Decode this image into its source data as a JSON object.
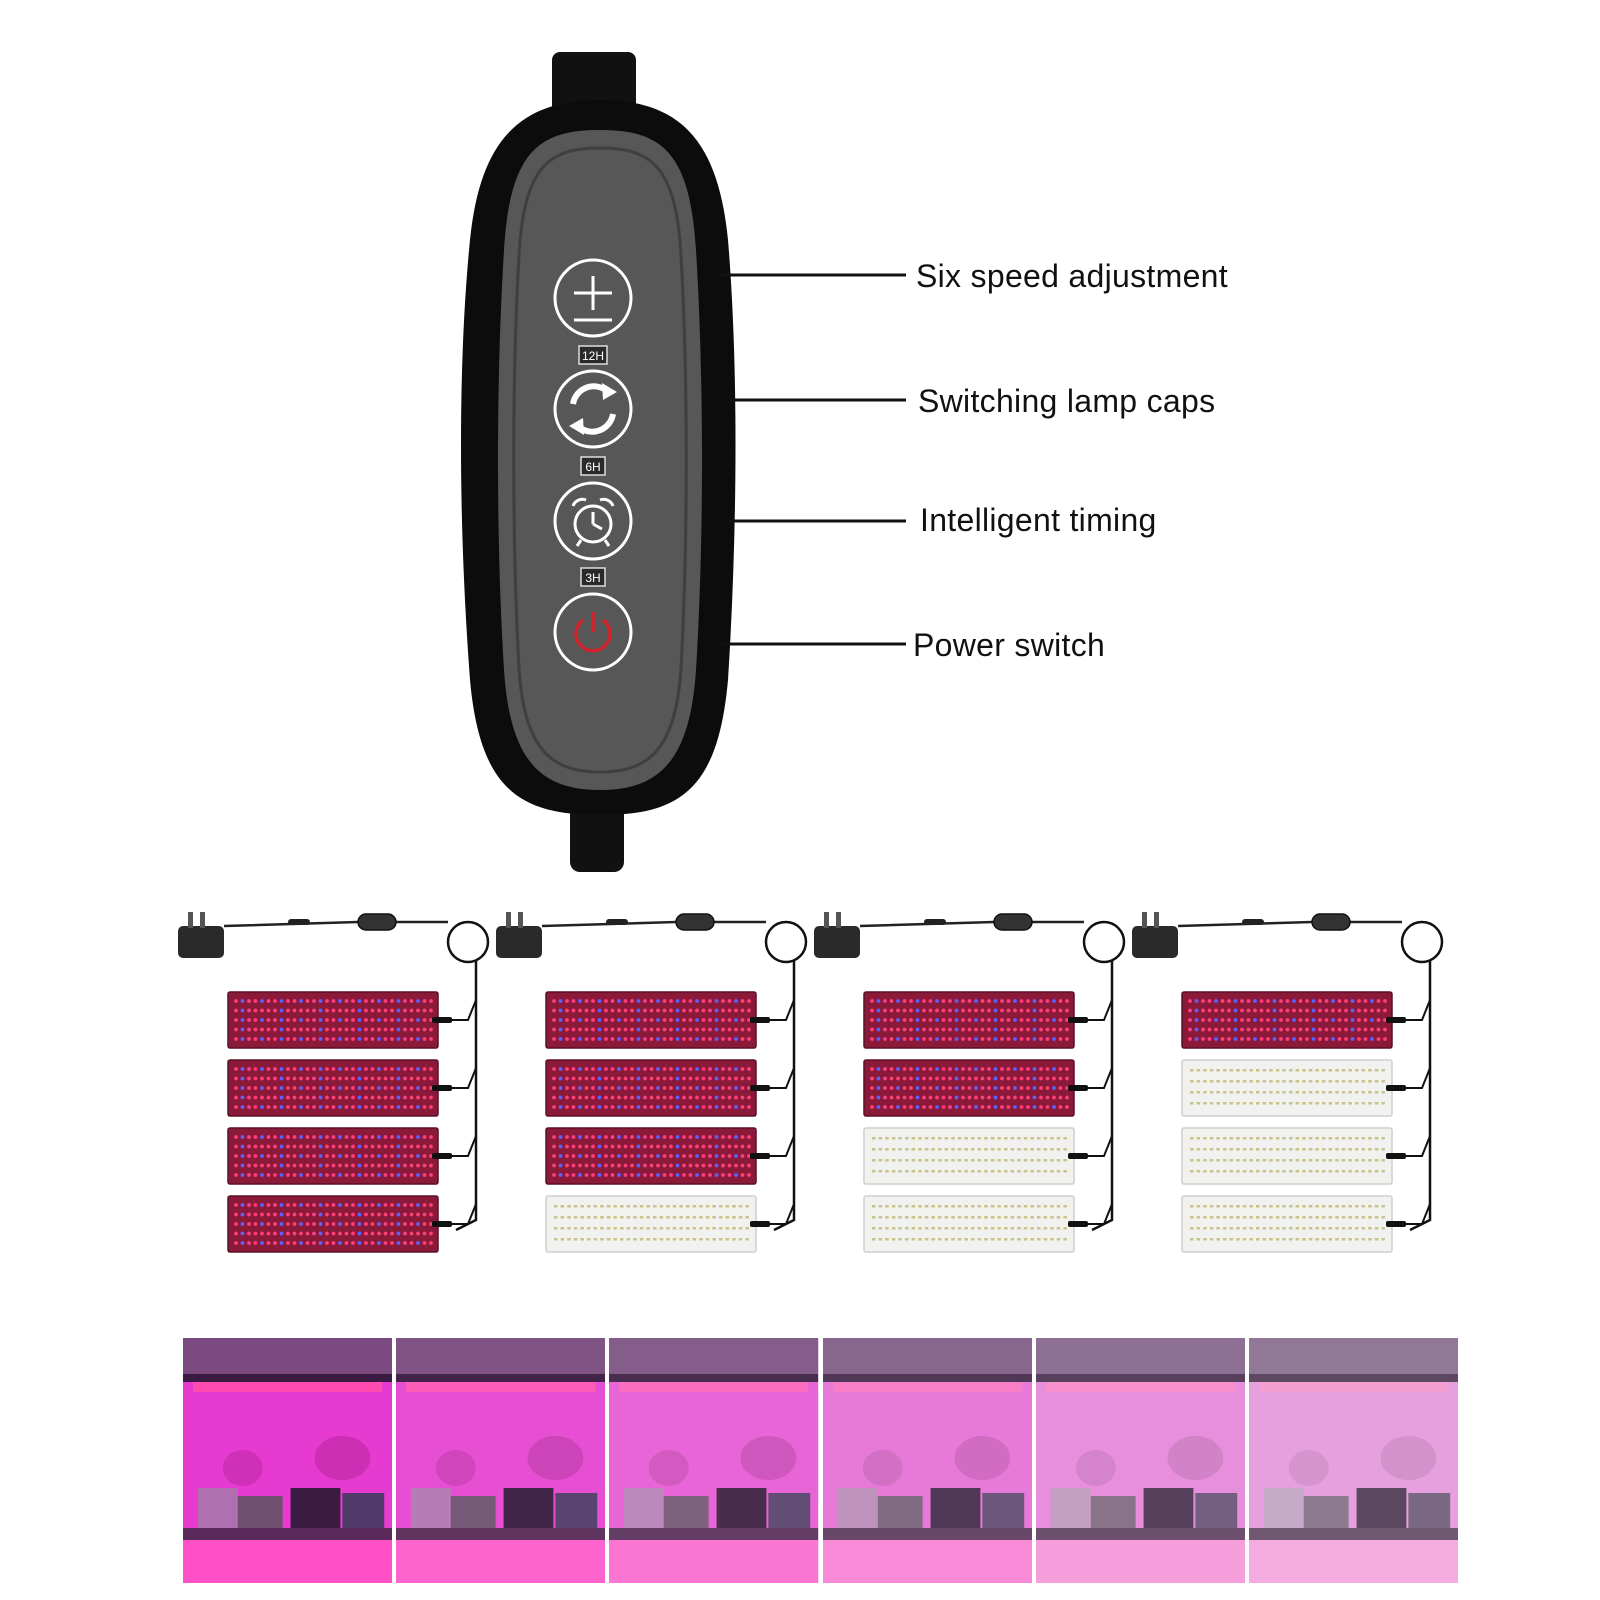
{
  "remote": {
    "buttons": [
      {
        "icon": "plus-minus-icon",
        "timer_tag": "12H"
      },
      {
        "icon": "refresh-arrows-icon",
        "timer_tag": "6H"
      },
      {
        "icon": "alarm-clock-icon",
        "timer_tag": "3H"
      },
      {
        "icon": "power-icon",
        "timer_tag": ""
      }
    ],
    "power_color": "#d0222b",
    "body_color": "#555555"
  },
  "callouts": [
    {
      "label": "Six speed adjustment"
    },
    {
      "label": "Switching lamp caps"
    },
    {
      "label": "Intelligent timing"
    },
    {
      "label": "Power switch"
    }
  ],
  "kits": [
    {
      "panels": [
        "red-blue",
        "red-blue",
        "red-blue",
        "red-blue"
      ]
    },
    {
      "panels": [
        "red-blue",
        "red-blue",
        "red-blue",
        "white"
      ]
    },
    {
      "panels": [
        "red-blue",
        "red-blue",
        "white",
        "white"
      ]
    },
    {
      "panels": [
        "red-blue",
        "white",
        "white",
        "white"
      ]
    }
  ],
  "brightness_levels": [
    1.0,
    0.85,
    0.7,
    0.55,
    0.4,
    0.28
  ],
  "colors": {
    "grow_light": "#e23cc8",
    "panel_red": "#8b1a3a",
    "panel_white": "#f1f1ef"
  }
}
